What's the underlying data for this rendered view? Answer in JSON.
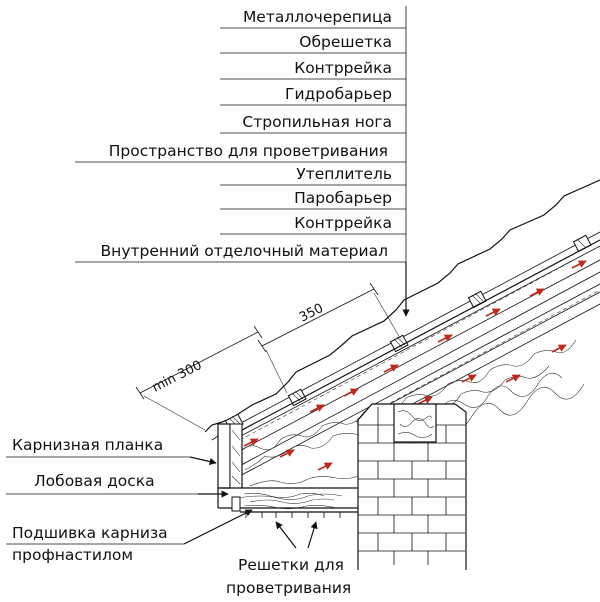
{
  "layers": [
    "Металлочерепица",
    "Обрешетка",
    "Контррейка",
    "Гидробарьер",
    "Стропильная нога",
    "Пространство для проветривания",
    "Утеплитель",
    "Паробарьер",
    "Контррейка",
    "Внутренний отделочный материал"
  ],
  "callouts": {
    "cornice_strip": "Карнизная планка",
    "fascia_board": "Лобовая доска",
    "soffit_line1": "Подшивка карниза",
    "soffit_line2": "профнастилом",
    "vents_line1": "Решетки для",
    "vents_line2": "проветривания"
  },
  "dimensions": {
    "batten_spacing": "350",
    "min_overhang": "min 300"
  }
}
